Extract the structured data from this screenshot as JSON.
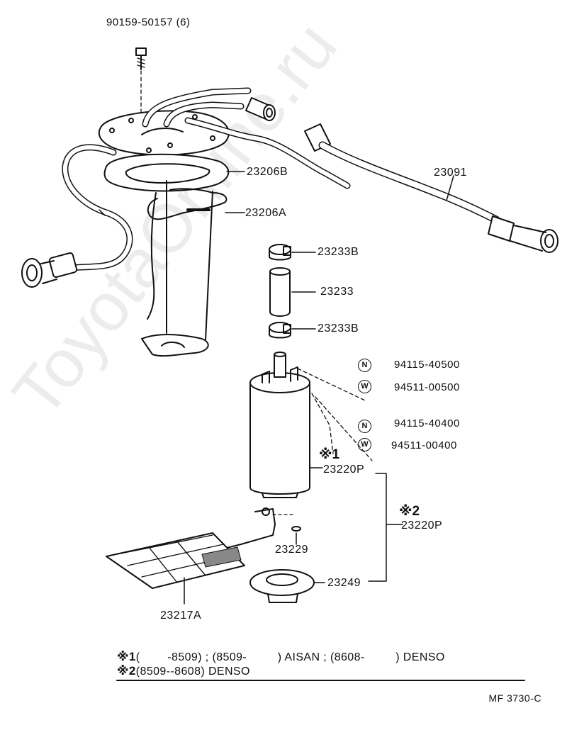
{
  "labels": {
    "bolt": "90159-50157 (6)",
    "gasket_plate": "23206B",
    "bracket": "23206A",
    "clamp_top": "23233B",
    "hose": "23233",
    "clamp_bottom": "23233B",
    "fuel_hose": "23091",
    "nut_1": "94115-40500",
    "washer_1": "94511-00500",
    "nut_2": "94115-40400",
    "washer_2": "94511-00400",
    "pump_1": "23220P",
    "pump_2": "23220P",
    "gasket_small": "23229",
    "cushion": "23249",
    "filter": "23217A"
  },
  "symbols": {
    "nut": "N",
    "washer": "W",
    "note_mark_1": "※1",
    "note_mark_2": "※2"
  },
  "notes": {
    "n1_mark": "※1",
    "n1_text": "(        -8509) ; (8509-         ) AISAN ; (8608-         ) DENSO",
    "n2_mark": "※2",
    "n2_text": "(8509--8608) DENSO"
  },
  "diagram_code": "MF 3730-C",
  "watermark": "ToyotaOnline.ru"
}
